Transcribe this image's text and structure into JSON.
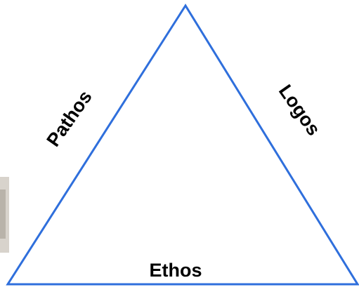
{
  "diagram": {
    "labels": {
      "left_side": "Pathos",
      "right_side": "Logos",
      "bottom_side": "Ethos"
    },
    "colors": {
      "triangle_stroke": "#2f6fdc",
      "label_text": "#000000",
      "background": "#ffffff"
    }
  }
}
